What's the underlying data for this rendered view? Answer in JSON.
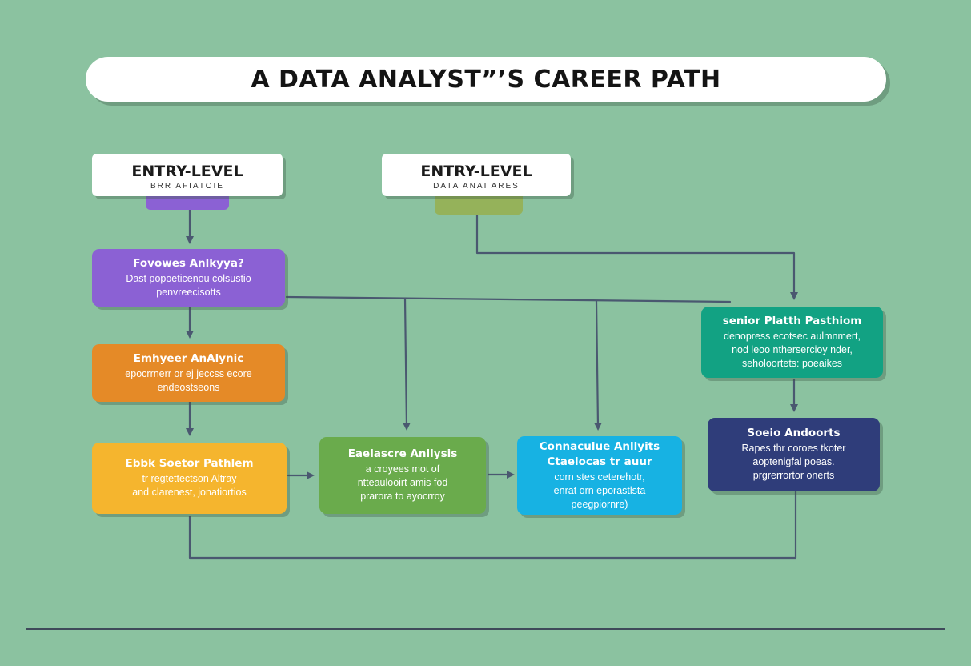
{
  "title": "A DATA ANALYST”’S CAREER PATH",
  "entries": [
    {
      "heading": "ENTRY-LEVEL",
      "sub": "BRR AFIATOIE"
    },
    {
      "heading": "ENTRY-LEVEL",
      "sub": "DATA ANAI ARES"
    }
  ],
  "boxes": [
    {
      "title": "Fovowes Anlkyya?",
      "lines": [
        "Dast popoeticenou colsustio",
        "penvreecisotts"
      ]
    },
    {
      "title": "Emhyeer AnAlynic",
      "lines": [
        "epocrrnerr or ej jeccss ecore",
        "endeostseons"
      ]
    },
    {
      "title": "Ebbk Soetor Pathlem",
      "lines": [
        "tr regtettectson Altray",
        "and clarenest, jonatiortios"
      ]
    },
    {
      "title": "Eaelascre Anllysis",
      "lines": [
        "a croyees mot of",
        "ntteaulooirt amis fod",
        "prarora to ayocrroy"
      ]
    },
    {
      "title": "Connaculue Anllyits",
      "subtitle": "Ctaelocas tr auur",
      "lines": [
        "corn stes ceterehotr,",
        "enrat orn eporastlsta",
        "peegpiornre)"
      ]
    },
    {
      "title": "senior Platth Pasthiom",
      "lines": [
        "denopress ecotsec aulmnmert,",
        "nod leoo nthersercioy nder,",
        "seholoortets: poeaikes"
      ]
    },
    {
      "title": "Soeio Andoorts",
      "lines": [
        "Rapes thr coroes tkoter",
        "aoptenigfal poeas.",
        "prgrerrortor onerts"
      ]
    }
  ],
  "colors": {
    "background": "#8bc2a0",
    "line": "#4a5870",
    "purple": "#8b61d4",
    "orange": "#e58a27",
    "yellow": "#f5b52e",
    "green": "#6aab4c",
    "cyan": "#17b2e3",
    "teal": "#12a283",
    "navy": "#2f3d7a"
  }
}
